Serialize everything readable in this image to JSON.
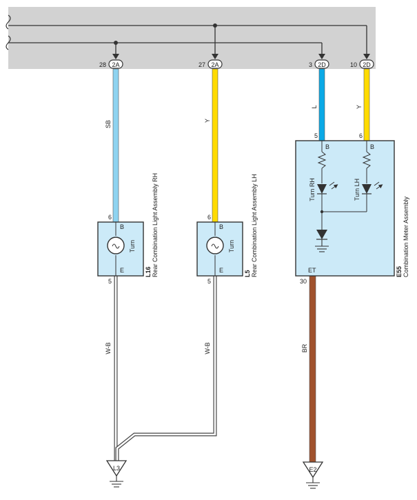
{
  "colors": {
    "SB": "#8ed3f0",
    "Y": "#ffdb00",
    "L": "#0aa9e6",
    "BR": "#a0522d",
    "W-B": "#ffffff",
    "wire_outline": "#444444",
    "panel": "#d2d2d2",
    "module": "#cceaf8"
  },
  "connectors": {
    "c1": {
      "pin": "28",
      "code": "2A"
    },
    "c2": {
      "pin": "27",
      "code": "2A"
    },
    "c3": {
      "pin": "3",
      "code": "2D"
    },
    "c4": {
      "pin": "10",
      "code": "2D"
    }
  },
  "wires": {
    "w1": {
      "color": "SB"
    },
    "w2": {
      "color": "Y"
    },
    "w3": {
      "color": "L"
    },
    "w4": {
      "color": "Y"
    },
    "w5": {
      "color": "W-B"
    },
    "w6": {
      "color": "W-B"
    },
    "w7": {
      "color": "BR"
    }
  },
  "components": {
    "l16": {
      "id": "L16",
      "name": "Rear Combination Light Assembly RH",
      "pin_in": "6",
      "pin_out": "5",
      "terminal_in": "B",
      "terminal_out": "E",
      "bulb_label": "Turn"
    },
    "l5": {
      "id": "L5",
      "name": "Rear Combination Light Assembly LH",
      "pin_in": "6",
      "pin_out": "5",
      "terminal_in": "B",
      "terminal_out": "E",
      "bulb_label": "Turn"
    },
    "e55": {
      "id": "E55",
      "name": "Combination Meter Assembly",
      "pin_in_left": "5",
      "pin_in_right": "6",
      "pin_out": "30",
      "terminal_left": "B",
      "terminal_right": "B",
      "terminal_out": "ET",
      "indicator_rh": "Turn RH",
      "indicator_lh": "Turn LH"
    }
  },
  "grounds": {
    "g1": "L3",
    "g2": "E2"
  }
}
